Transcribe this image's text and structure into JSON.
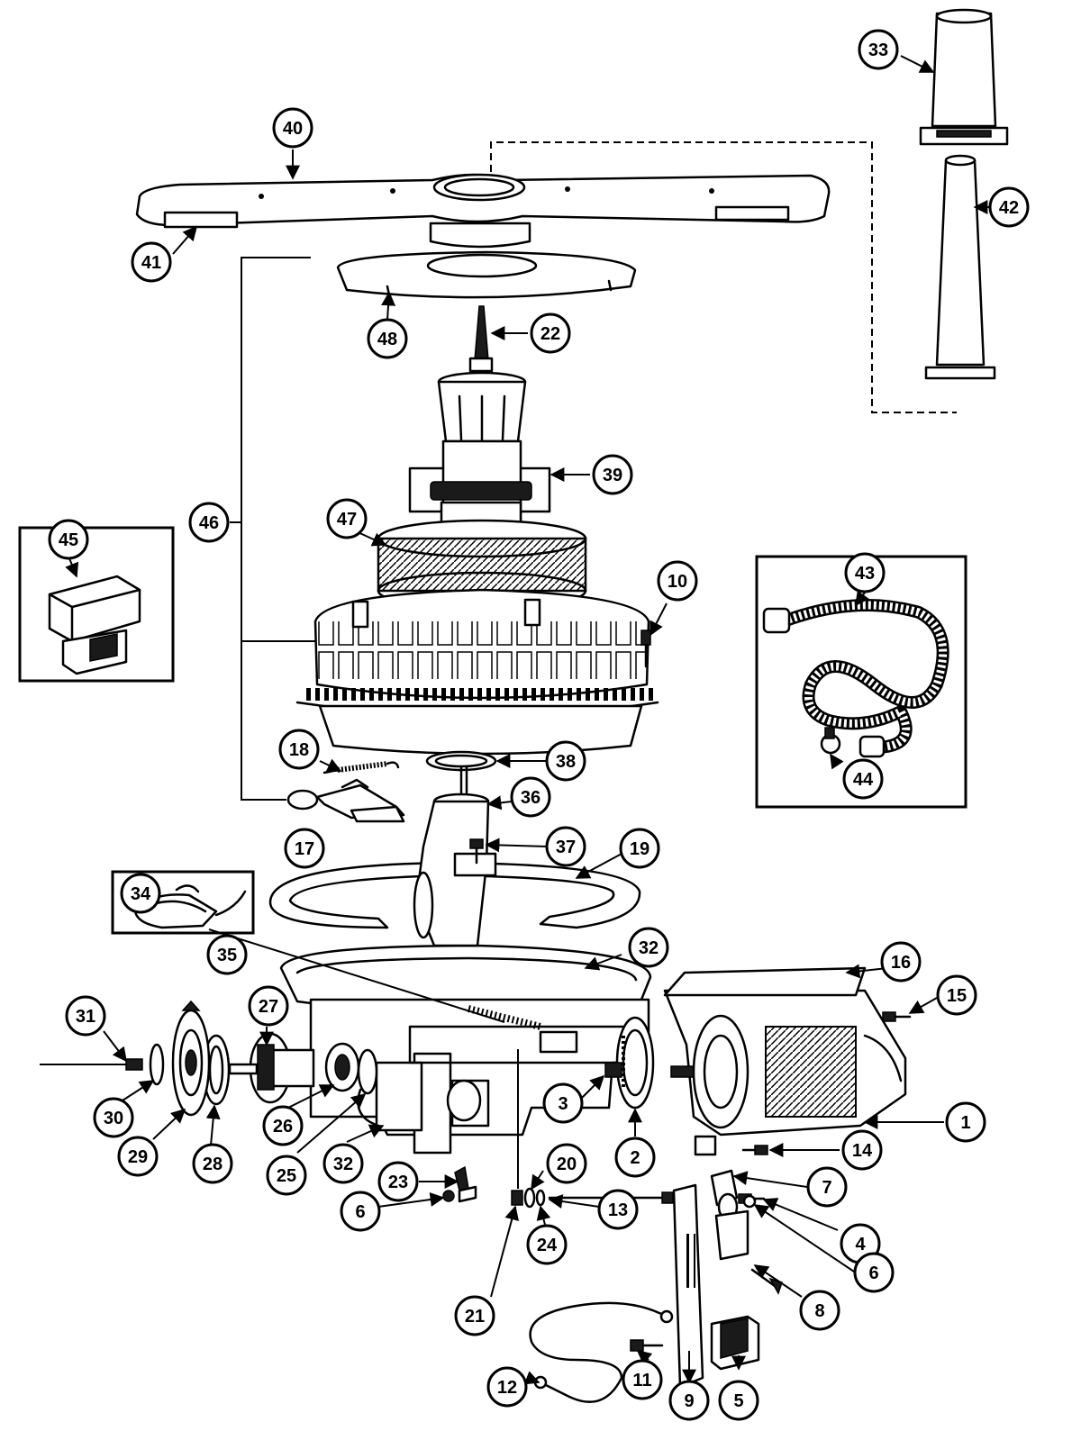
{
  "diagram": {
    "callouts": [
      "1",
      "2",
      "3",
      "4",
      "5",
      "6",
      "7",
      "8",
      "9",
      "10",
      "11",
      "12",
      "13",
      "14",
      "15",
      "16",
      "17",
      "18",
      "19",
      "20",
      "21",
      "22",
      "23",
      "24",
      "25",
      "26",
      "27",
      "28",
      "29",
      "30",
      "31",
      "32",
      "33",
      "34",
      "35",
      "36",
      "37",
      "38",
      "39",
      "40",
      "41",
      "42",
      "43",
      "44",
      "45",
      "46",
      "47",
      "48"
    ],
    "colors": {
      "line": "#000000",
      "background": "#ffffff"
    }
  }
}
